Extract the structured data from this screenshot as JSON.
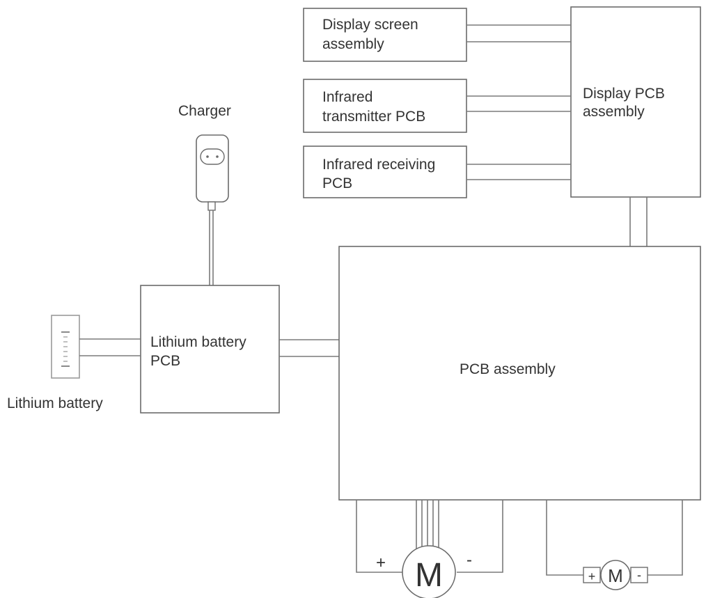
{
  "labels": {
    "display_screen": [
      "Display screen",
      "assembly"
    ],
    "ir_transmitter": [
      "Infrared",
      "transmitter PCB"
    ],
    "ir_receiving": [
      "Infrared receiving",
      "PCB"
    ],
    "display_pcb": [
      "Display PCB",
      "assembly"
    ],
    "charger": "Charger",
    "lithium_pcb": [
      "Lithium battery",
      "PCB"
    ],
    "lithium_battery": "Lithium battery",
    "pcb_assembly": "PCB assembly"
  },
  "motor_large": {
    "letter": "M",
    "plus": "+",
    "minus": "-"
  },
  "motor_small": {
    "letter": "M",
    "plus": "+",
    "minus": "-"
  },
  "colors": {
    "line": "#6b6b6b",
    "text": "#333333",
    "background": "#ffffff"
  }
}
